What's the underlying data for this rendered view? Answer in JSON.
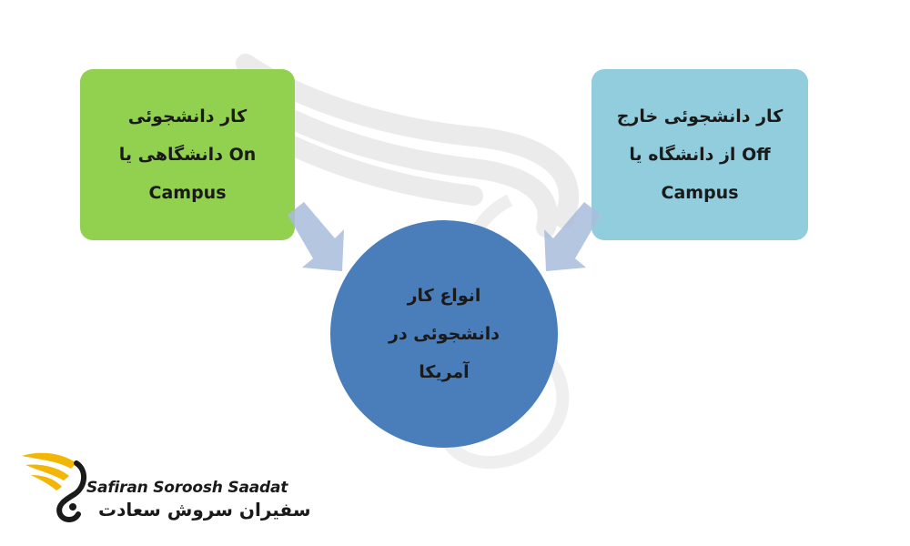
{
  "left_box": {
    "lines": [
      "کار دانشجوئی",
      "دانشگاهی یا  On",
      "Campus"
    ],
    "color": "#92d050"
  },
  "right_box": {
    "lines": [
      "کار دانشجوئی خارج",
      "از دانشگاه یا  Off",
      "Campus"
    ],
    "color": "#92cddd"
  },
  "center": {
    "lines": [
      "انواع کار",
      "دانشجوئی در",
      "آمریکا"
    ],
    "color": "#4a7ebb"
  },
  "logo": {
    "latin": "Safiran Soroosh Saadat",
    "farsi": "سفیران سروش سعادت",
    "accent": "#f2b705"
  }
}
